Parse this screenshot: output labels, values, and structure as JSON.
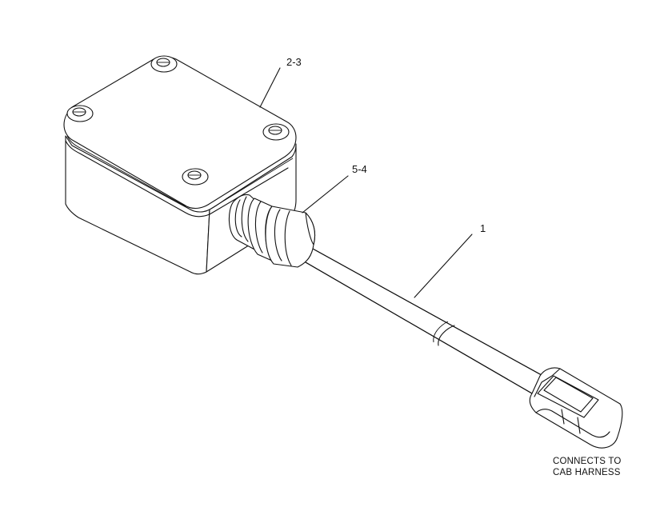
{
  "callouts": {
    "housing": "2-3",
    "fitting": "5-4",
    "cable": "1"
  },
  "note": {
    "line1": "CONNECTS TO",
    "line2": "CAB HARNESS"
  },
  "icons": [
    "screw-icon",
    "connector-icon"
  ]
}
